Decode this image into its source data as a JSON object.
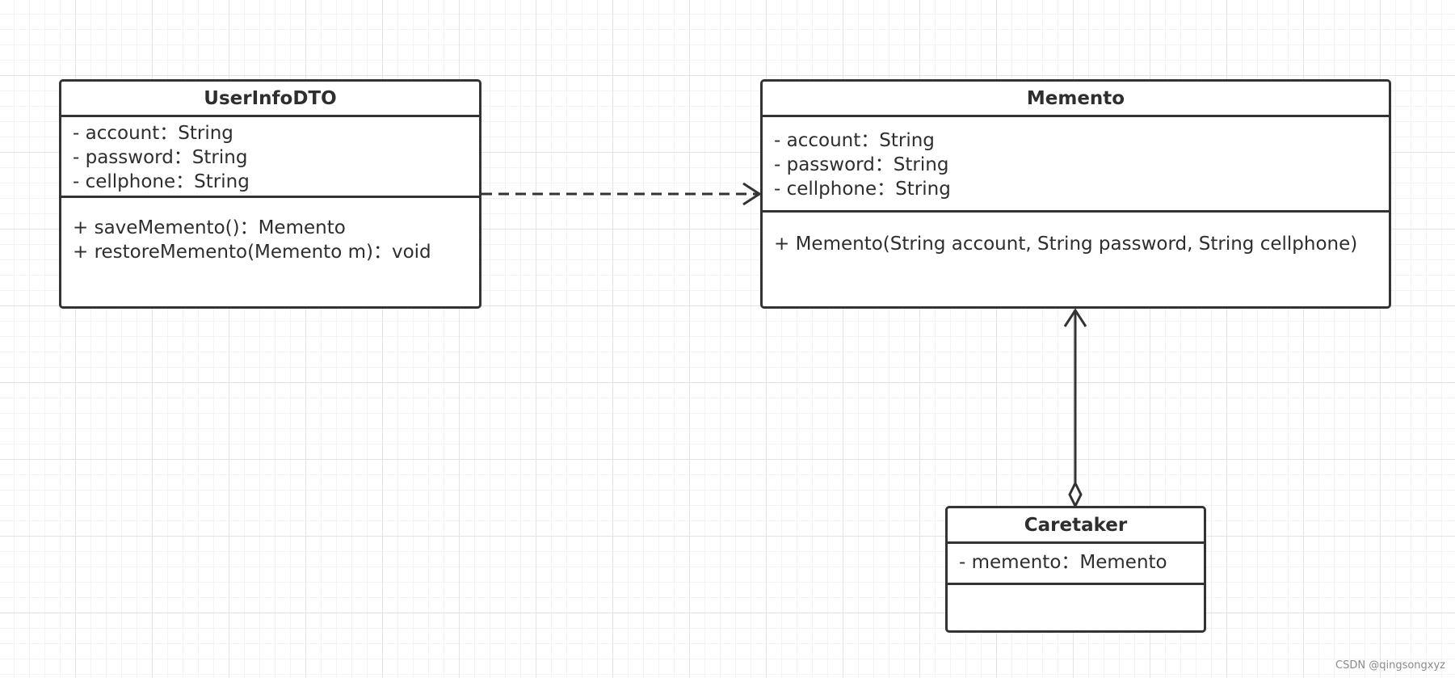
{
  "diagram": {
    "classes": [
      {
        "id": "userinfodto",
        "name": "UserInfoDTO",
        "attributes": [
          "- account：String",
          "- password：String",
          "- cellphone：String"
        ],
        "operations": [
          "+ saveMemento()：Memento",
          "+ restoreMemento(Memento m)：void"
        ]
      },
      {
        "id": "memento",
        "name": "Memento",
        "attributes": [
          "- account：String",
          "- password：String",
          "- cellphone：String"
        ],
        "operations": [
          "+ Memento(String account, String password, String cellphone)"
        ]
      },
      {
        "id": "caretaker",
        "name": "Caretaker",
        "attributes": [
          "- memento：Memento"
        ],
        "operations": []
      }
    ],
    "relations": [
      {
        "from": "userinfodto",
        "to": "memento",
        "kind": "dependency"
      },
      {
        "from": "caretaker",
        "to": "memento",
        "kind": "aggregation"
      }
    ]
  },
  "watermark": "CSDN @qingsongxyz"
}
